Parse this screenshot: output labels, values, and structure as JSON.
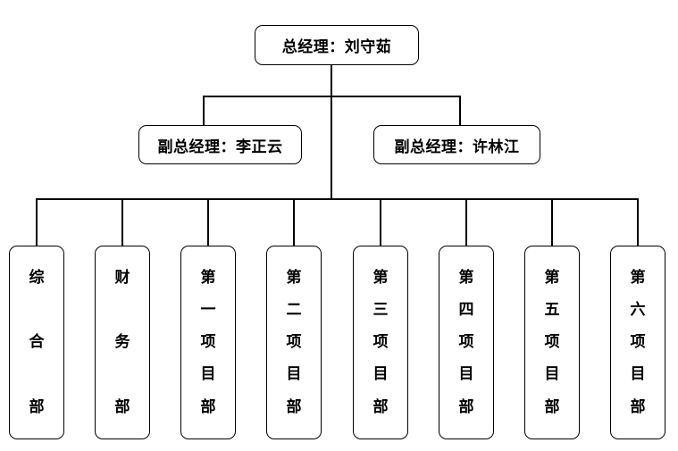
{
  "org_chart": {
    "root": {
      "label": "总经理：刘守茹",
      "role": "总经理",
      "name": "刘守茹"
    },
    "deputies": [
      {
        "label": "副总经理：李正云",
        "role": "副总经理",
        "name": "李正云"
      },
      {
        "label": "副总经理：许林江",
        "role": "副总经理",
        "name": "许林江"
      }
    ],
    "departments": [
      {
        "label": "综合部"
      },
      {
        "label": "财务部"
      },
      {
        "label": "第一项目部"
      },
      {
        "label": "第二项目部"
      },
      {
        "label": "第三项目部"
      },
      {
        "label": "第四项目部"
      },
      {
        "label": "第五项目部"
      },
      {
        "label": "第六项目部"
      }
    ],
    "colors": {
      "background": "#ffffff",
      "line": "#000000",
      "box_border": "#000000",
      "text": "#000000"
    }
  }
}
